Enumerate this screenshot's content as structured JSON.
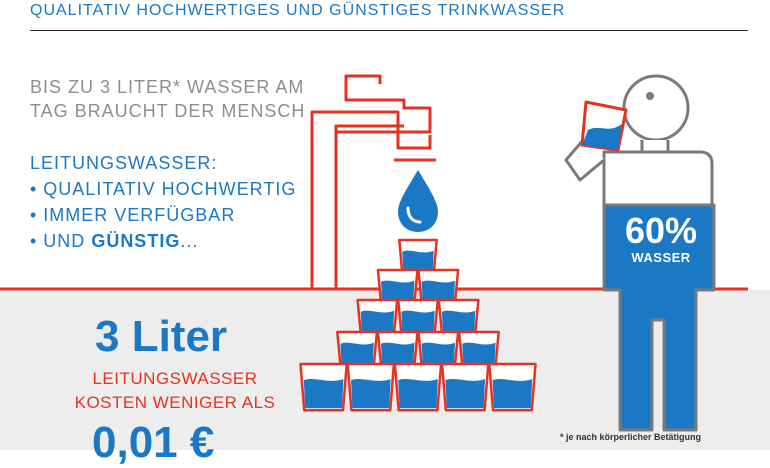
{
  "header": {
    "title": "QUALITATIV HOCHWERTIGES UND GÜNSTIGES TRINKWASSER"
  },
  "intro": {
    "line1": "BIS ZU 3 LITER* WASSER AM",
    "line2": "TAG BRAUCHT DER MENSCH"
  },
  "benefits": {
    "heading": "LEITUNGSWASSER:",
    "item1": "• QUALITATIV HOCHWERTIG",
    "item2": "• IMMER VERFÜGBAR",
    "item3_prefix": "• UND ",
    "item3_bold": "GÜNSTIG",
    "item3_suffix": "..."
  },
  "cost": {
    "amount": "3 Liter",
    "line1": "LEITUNGSWASSER",
    "line2": "KOSTEN WENIGER ALS",
    "price": "0,01 €"
  },
  "figure": {
    "percent": "60%",
    "label": "WASSER"
  },
  "footnote": "* je nach körperlicher Betätigung",
  "colors": {
    "blue": "#1b78c4",
    "red": "#e53222",
    "gray": "#8e8e8e",
    "band": "#ededed"
  }
}
